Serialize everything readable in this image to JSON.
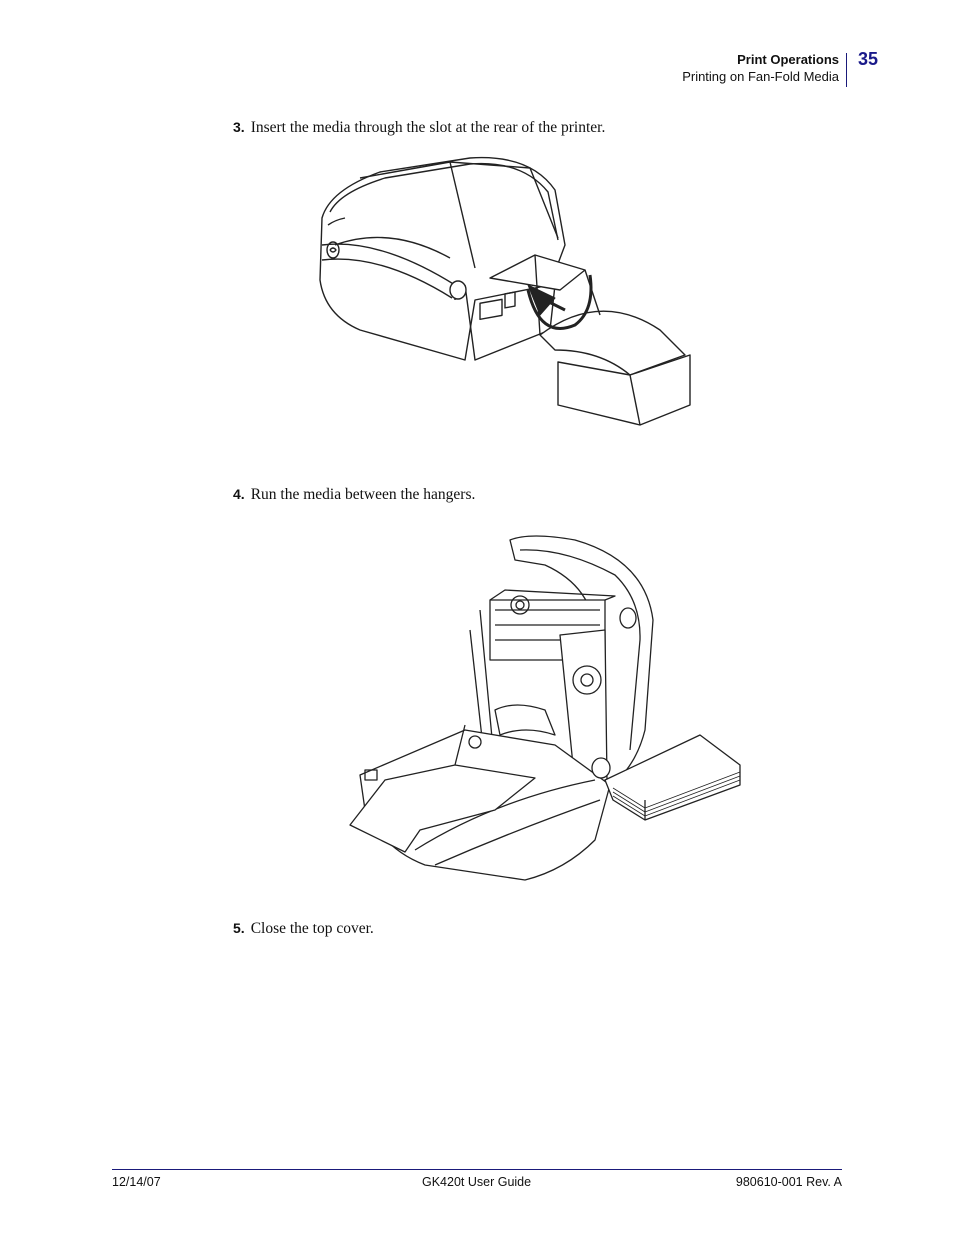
{
  "header": {
    "section": "Print Operations",
    "subsection": "Printing on Fan-Fold Media",
    "page_number": "35"
  },
  "steps": [
    {
      "number": "3.",
      "text": "Insert the media through the slot at the rear of the printer."
    },
    {
      "number": "4.",
      "text": "Run the media between the hangers."
    },
    {
      "number": "5.",
      "text": "Close the top cover."
    }
  ],
  "figures": [
    {
      "name": "printer-media-insert-illustration"
    },
    {
      "name": "printer-open-hangers-illustration"
    }
  ],
  "footer": {
    "date": "12/14/07",
    "title": "GK420t User Guide",
    "doc_number": "980610-001 Rev. A"
  },
  "colors": {
    "accent": "#1a1a8a",
    "line_art": "#222222"
  }
}
